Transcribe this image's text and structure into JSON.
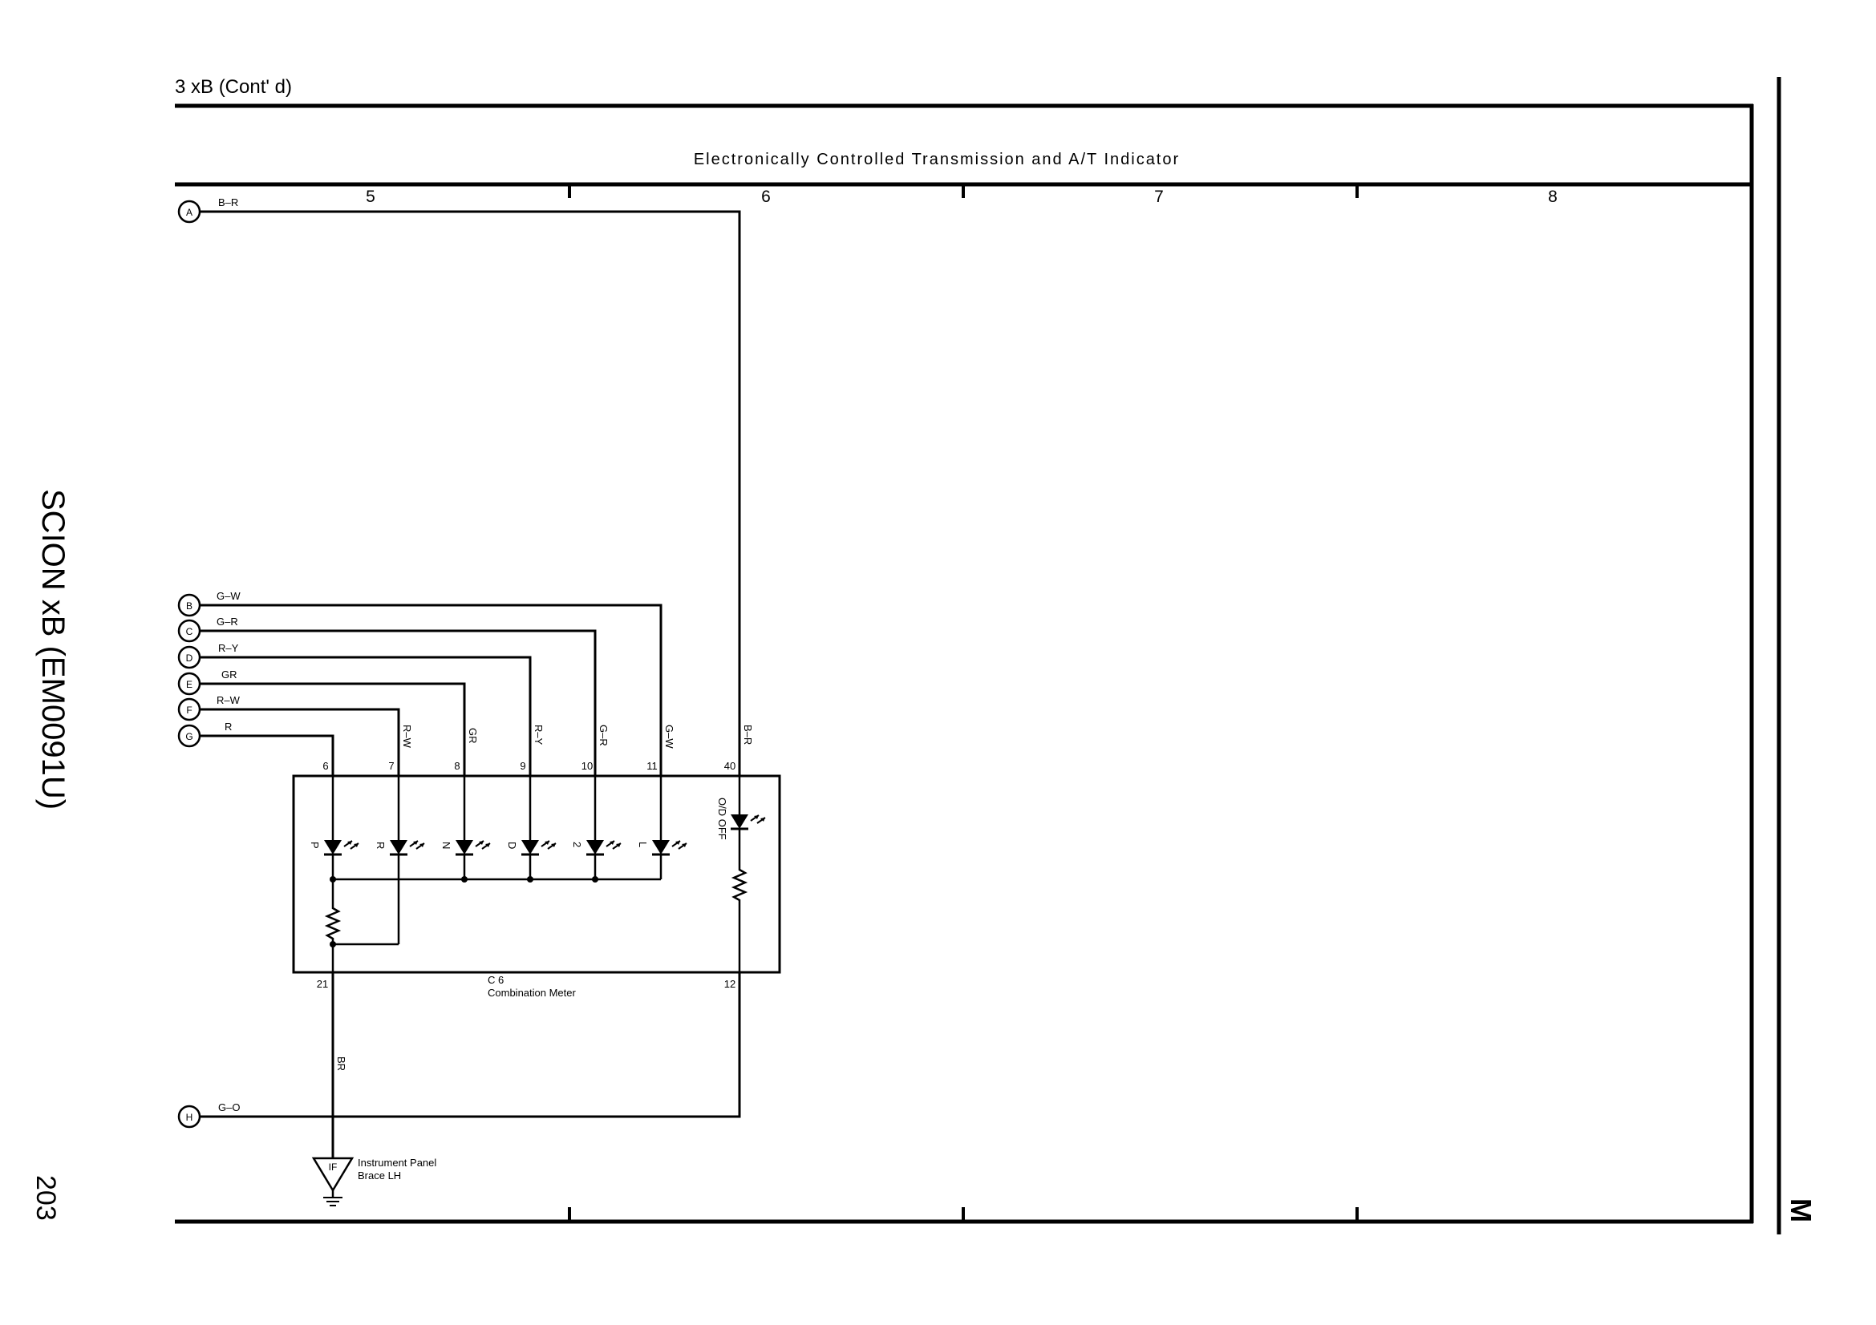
{
  "header": {
    "section": "3  xB (Cont' d)",
    "system_title": "Electronically Controlled Transmission and A/T Indicator",
    "grid_columns": [
      "5",
      "6",
      "7",
      "8"
    ]
  },
  "side": {
    "vehicle": "SCION xB (EM0091U)",
    "page_number": "203",
    "section_letter": "M"
  },
  "connectors": [
    {
      "letter": "A",
      "wire": "B–R"
    },
    {
      "letter": "B",
      "wire": "G–W"
    },
    {
      "letter": "C",
      "wire": "G–R"
    },
    {
      "letter": "D",
      "wire": "R–Y"
    },
    {
      "letter": "E",
      "wire": "GR"
    },
    {
      "letter": "F",
      "wire": "R–W"
    },
    {
      "letter": "G",
      "wire": "R"
    },
    {
      "letter": "H",
      "wire": "G–O"
    }
  ],
  "meter": {
    "code": "C 6",
    "name": "Combination Meter",
    "input_pins": [
      {
        "pin": "6",
        "wire": "",
        "indicator": "P"
      },
      {
        "pin": "7",
        "wire": "R–W",
        "indicator": "R"
      },
      {
        "pin": "8",
        "wire": "GR",
        "indicator": "N"
      },
      {
        "pin": "9",
        "wire": "R–Y",
        "indicator": "D"
      },
      {
        "pin": "10",
        "wire": "G–R",
        "indicator": "2"
      },
      {
        "pin": "11",
        "wire": "G–W",
        "indicator": "L"
      },
      {
        "pin": "40",
        "wire": "B–R",
        "indicator": "O/D OFF"
      }
    ],
    "output_pins": [
      "21",
      "12"
    ]
  },
  "ground": {
    "code": "IF",
    "wire": "BR",
    "label_line1": "Instrument Panel",
    "label_line2": "Brace LH"
  }
}
